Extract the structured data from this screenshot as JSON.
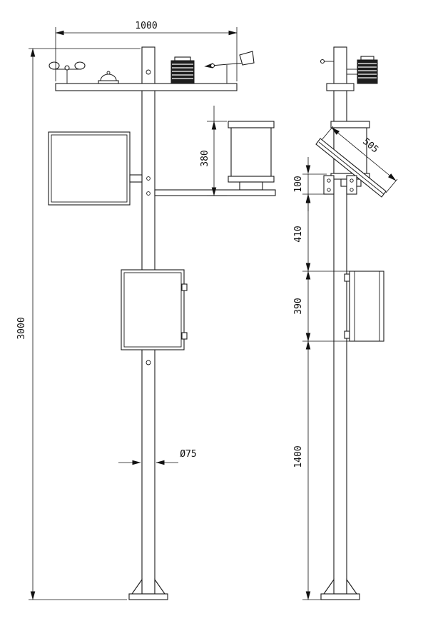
{
  "diagram": {
    "dims": {
      "crossarm_span": "1000",
      "pole_height": "3000",
      "rain_gauge_drop": "380",
      "solar_panel_length": "505",
      "mount_bracket": "100",
      "bracket_to_box": "410",
      "control_box_height": "390",
      "box_to_base": "1400",
      "pole_diameter": "Ø75"
    }
  }
}
